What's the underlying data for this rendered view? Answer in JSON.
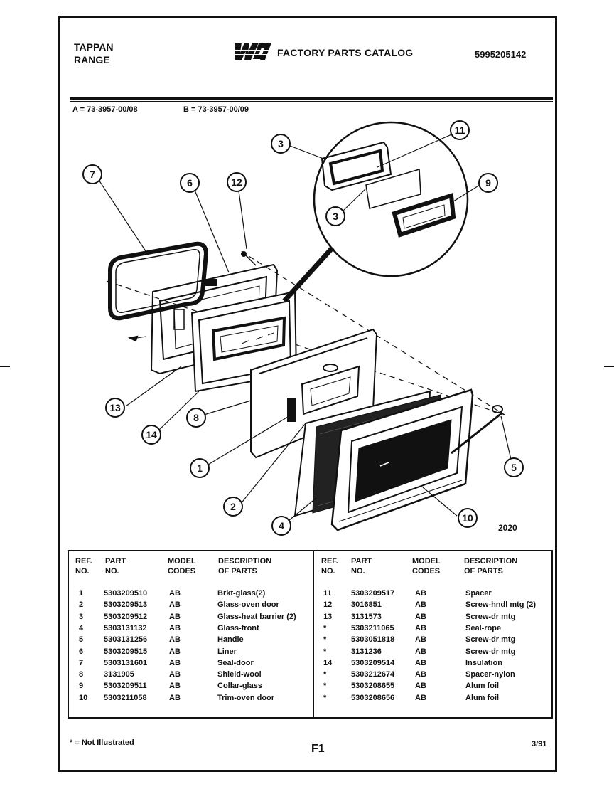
{
  "header": {
    "brand_line1": "TAPPAN",
    "brand_line2": "RANGE",
    "logo_text": "WCI",
    "catalog_title": "FACTORY PARTS CATALOG",
    "catalog_number": "5995205142"
  },
  "models": {
    "a": "A = 73-3957-00/08",
    "b": "B = 73-3957-00/09"
  },
  "diagram": {
    "code": "2020",
    "callouts": [
      "1",
      "2",
      "3",
      "3",
      "4",
      "5",
      "6",
      "7",
      "8",
      "9",
      "10",
      "11",
      "12",
      "13",
      "14"
    ]
  },
  "table": {
    "headers": {
      "ref": "REF.\nNO.",
      "part": "PART\nNO.",
      "model": "MODEL\nCODES",
      "desc": "DESCRIPTION\nOF PARTS"
    },
    "left_rows": [
      {
        "ref": "1",
        "part": "5303209510",
        "model": "AB",
        "desc": "Brkt-glass(2)"
      },
      {
        "ref": "2",
        "part": "5303209513",
        "model": "AB",
        "desc": "Glass-oven door"
      },
      {
        "ref": "3",
        "part": "5303209512",
        "model": "AB",
        "desc": "Glass-heat barrier (2)"
      },
      {
        "ref": "4",
        "part": "5303131132",
        "model": "AB",
        "desc": "Glass-front"
      },
      {
        "ref": "5",
        "part": "5303131256",
        "model": "AB",
        "desc": "Handle"
      },
      {
        "ref": "6",
        "part": "5303209515",
        "model": "AB",
        "desc": "Liner"
      },
      {
        "ref": "7",
        "part": "5303131601",
        "model": "AB",
        "desc": "Seal-door"
      },
      {
        "ref": "8",
        "part": "3131905",
        "model": "AB",
        "desc": "Shield-wool"
      },
      {
        "ref": "9",
        "part": "5303209511",
        "model": "AB",
        "desc": "Collar-glass"
      },
      {
        "ref": "10",
        "part": "5303211058",
        "model": "AB",
        "desc": "Trim-oven door"
      }
    ],
    "right_rows": [
      {
        "ref": "11",
        "part": "5303209517",
        "model": "AB",
        "desc": "Spacer"
      },
      {
        "ref": "12",
        "part": "3016851",
        "model": "AB",
        "desc": "Screw-hndl mtg (2)"
      },
      {
        "ref": "13",
        "part": "3131573",
        "model": "AB",
        "desc": "Screw-dr mtg"
      },
      {
        "ref": "*",
        "part": "5303211065",
        "model": "AB",
        "desc": "Seal-rope"
      },
      {
        "ref": "*",
        "part": "5303051818",
        "model": "AB",
        "desc": "Screw-dr mtg"
      },
      {
        "ref": "*",
        "part": "3131236",
        "model": "AB",
        "desc": "Screw-dr mtg"
      },
      {
        "ref": "14",
        "part": "5303209514",
        "model": "AB",
        "desc": "Insulation"
      },
      {
        "ref": "*",
        "part": "5303212674",
        "model": "AB",
        "desc": "Spacer-nylon"
      },
      {
        "ref": "*",
        "part": "5303208655",
        "model": "AB",
        "desc": "Alum foil"
      },
      {
        "ref": "*",
        "part": "5303208656",
        "model": "AB",
        "desc": "Alum foil"
      }
    ]
  },
  "footer": {
    "note": "* = Not Illustrated",
    "page": "F1",
    "date": "3/91"
  }
}
